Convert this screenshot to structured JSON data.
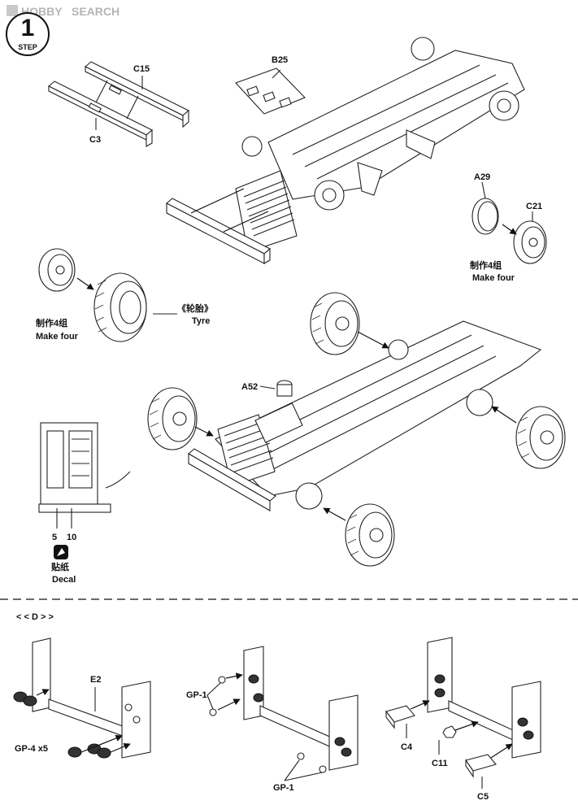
{
  "watermark": {
    "brand": "HOBBY",
    "suffix": "SEARCH"
  },
  "step": {
    "label": "STEP",
    "number": "1"
  },
  "parts": {
    "c15": "C15",
    "c3": "C3",
    "b25": "B25",
    "a29": "A29",
    "c21": "C21",
    "a52": "A52",
    "e2": "E2",
    "gp4": "GP-4 x5",
    "gp1_upper": "GP-1",
    "gp1_lower": "GP-1",
    "c4": "C4",
    "c11": "C11",
    "c5": "C5"
  },
  "notes": {
    "make_four_cn": "制作4组",
    "make_four_en": "Make four",
    "tyre_cn": "《轮胎》",
    "tyre_en": "Tyre",
    "decal_numbers_left": "5",
    "decal_numbers_right": "10",
    "decal_cn": "贴纸",
    "decal_en": "Decal"
  },
  "sub_step": {
    "label": "< < D > >"
  }
}
